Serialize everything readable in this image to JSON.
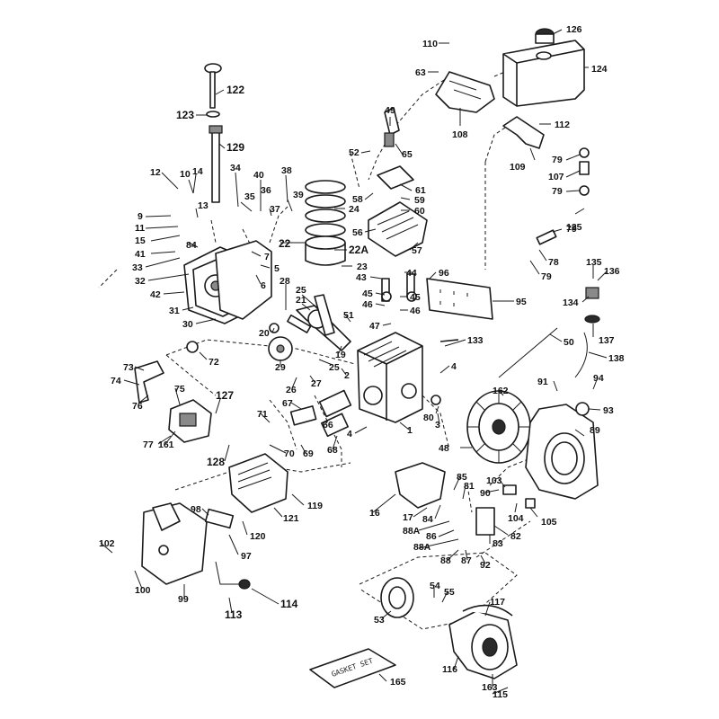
{
  "labels": {
    "l110": "110",
    "l126": "126",
    "l63": "63",
    "l124": "124",
    "l122": "122",
    "l123": "123",
    "l49": "49",
    "l112": "112",
    "l108": "108",
    "l129": "129",
    "l52": "52",
    "l65": "65",
    "l109": "109",
    "l79a": "79",
    "l107": "107",
    "l79b": "79",
    "l12": "12",
    "l10": "10",
    "l14": "14",
    "l34": "34",
    "l40": "40",
    "l38": "38",
    "l61": "61",
    "l58": "58",
    "l59": "59",
    "l60": "60",
    "l125": "125",
    "l9": "9",
    "l13": "13",
    "l35": "35",
    "l36": "36",
    "l37": "37",
    "l39": "39",
    "l24": "24",
    "l11": "11",
    "l15": "15",
    "l56": "56",
    "l79c": "79",
    "l41": "41",
    "l84a": "84",
    "l7": "7",
    "l22": "22",
    "l22A": "22A",
    "l57": "57",
    "l78": "78",
    "l33": "33",
    "l5": "5",
    "l23": "23",
    "l135": "135",
    "l79d": "79",
    "l136": "136",
    "l32": "32",
    "l6": "6",
    "l43": "43",
    "l44": "44",
    "l96": "96",
    "l28": "28",
    "l25a": "25",
    "l42": "42",
    "l21": "21",
    "l45a": "45",
    "l45b": "45",
    "l134": "134",
    "l95": "95",
    "l31": "31",
    "l46a": "46",
    "l46b": "46",
    "l30": "30",
    "l51": "51",
    "l47": "47",
    "l137": "137",
    "l20": "20",
    "l133": "133",
    "l50": "50",
    "l19": "19",
    "l72": "72",
    "l138": "138",
    "l73": "73",
    "l29": "29",
    "l25b": "25",
    "l2": "2",
    "l4a": "4",
    "l74": "74",
    "l26": "26",
    "l27": "27",
    "l127": "127",
    "l162": "162",
    "l91": "91",
    "l94": "94",
    "l75": "75",
    "l76": "76",
    "l67": "67",
    "l80": "80",
    "l3": "3",
    "l93": "93",
    "l71": "71",
    "l66": "66",
    "l1": "1",
    "l89": "89",
    "l77": "77",
    "l161": "161",
    "l4b": "4",
    "l70": "70",
    "l69": "69",
    "l68": "68",
    "l48": "48",
    "l128": "128",
    "l85": "85",
    "l103": "103",
    "l81": "81",
    "l90": "90",
    "l119": "119",
    "l16": "16",
    "l17": "17",
    "l84b": "84",
    "l104": "104",
    "l105": "105",
    "l88Aa": "88A",
    "l86": "86",
    "l82": "82",
    "l98": "98",
    "l121": "121",
    "l88Ab": "88A",
    "l83": "83",
    "l120": "120",
    "l102": "102",
    "l97": "97",
    "l88": "88",
    "l87": "87",
    "l92": "92",
    "l117": "117",
    "l54": "54",
    "l55": "55",
    "l100": "100",
    "l99": "99",
    "l113": "113",
    "l114": "114",
    "l53": "53",
    "l116": "116",
    "l163": "163",
    "l165": "165",
    "l115": "115"
  },
  "manual_text": "GASKET SET"
}
